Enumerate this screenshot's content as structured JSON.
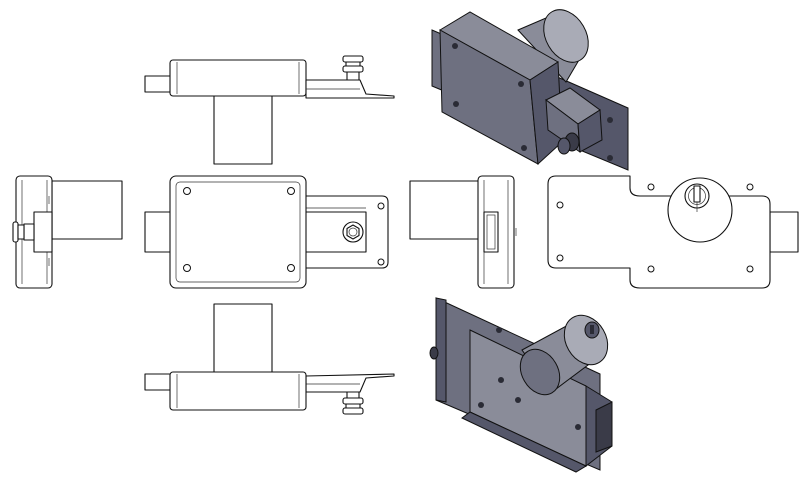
{
  "drawing": {
    "subject": "",
    "views": [
      {
        "id": "top",
        "kind": "orthographic"
      },
      {
        "id": "front",
        "kind": "orthographic"
      },
      {
        "id": "left",
        "kind": "orthographic"
      },
      {
        "id": "right",
        "kind": "orthographic"
      },
      {
        "id": "rear",
        "kind": "orthographic"
      },
      {
        "id": "bottom",
        "kind": "orthographic"
      },
      {
        "id": "iso-front",
        "kind": "isometric"
      },
      {
        "id": "iso-rear",
        "kind": "isometric"
      }
    ],
    "colors": {
      "background": "#ffffff",
      "line": "#111111",
      "shade_light": "#8a8c99",
      "shade_mid": "#6e7080",
      "shade_dark": "#55576a",
      "shade_highlight": "#a9abb6"
    }
  }
}
